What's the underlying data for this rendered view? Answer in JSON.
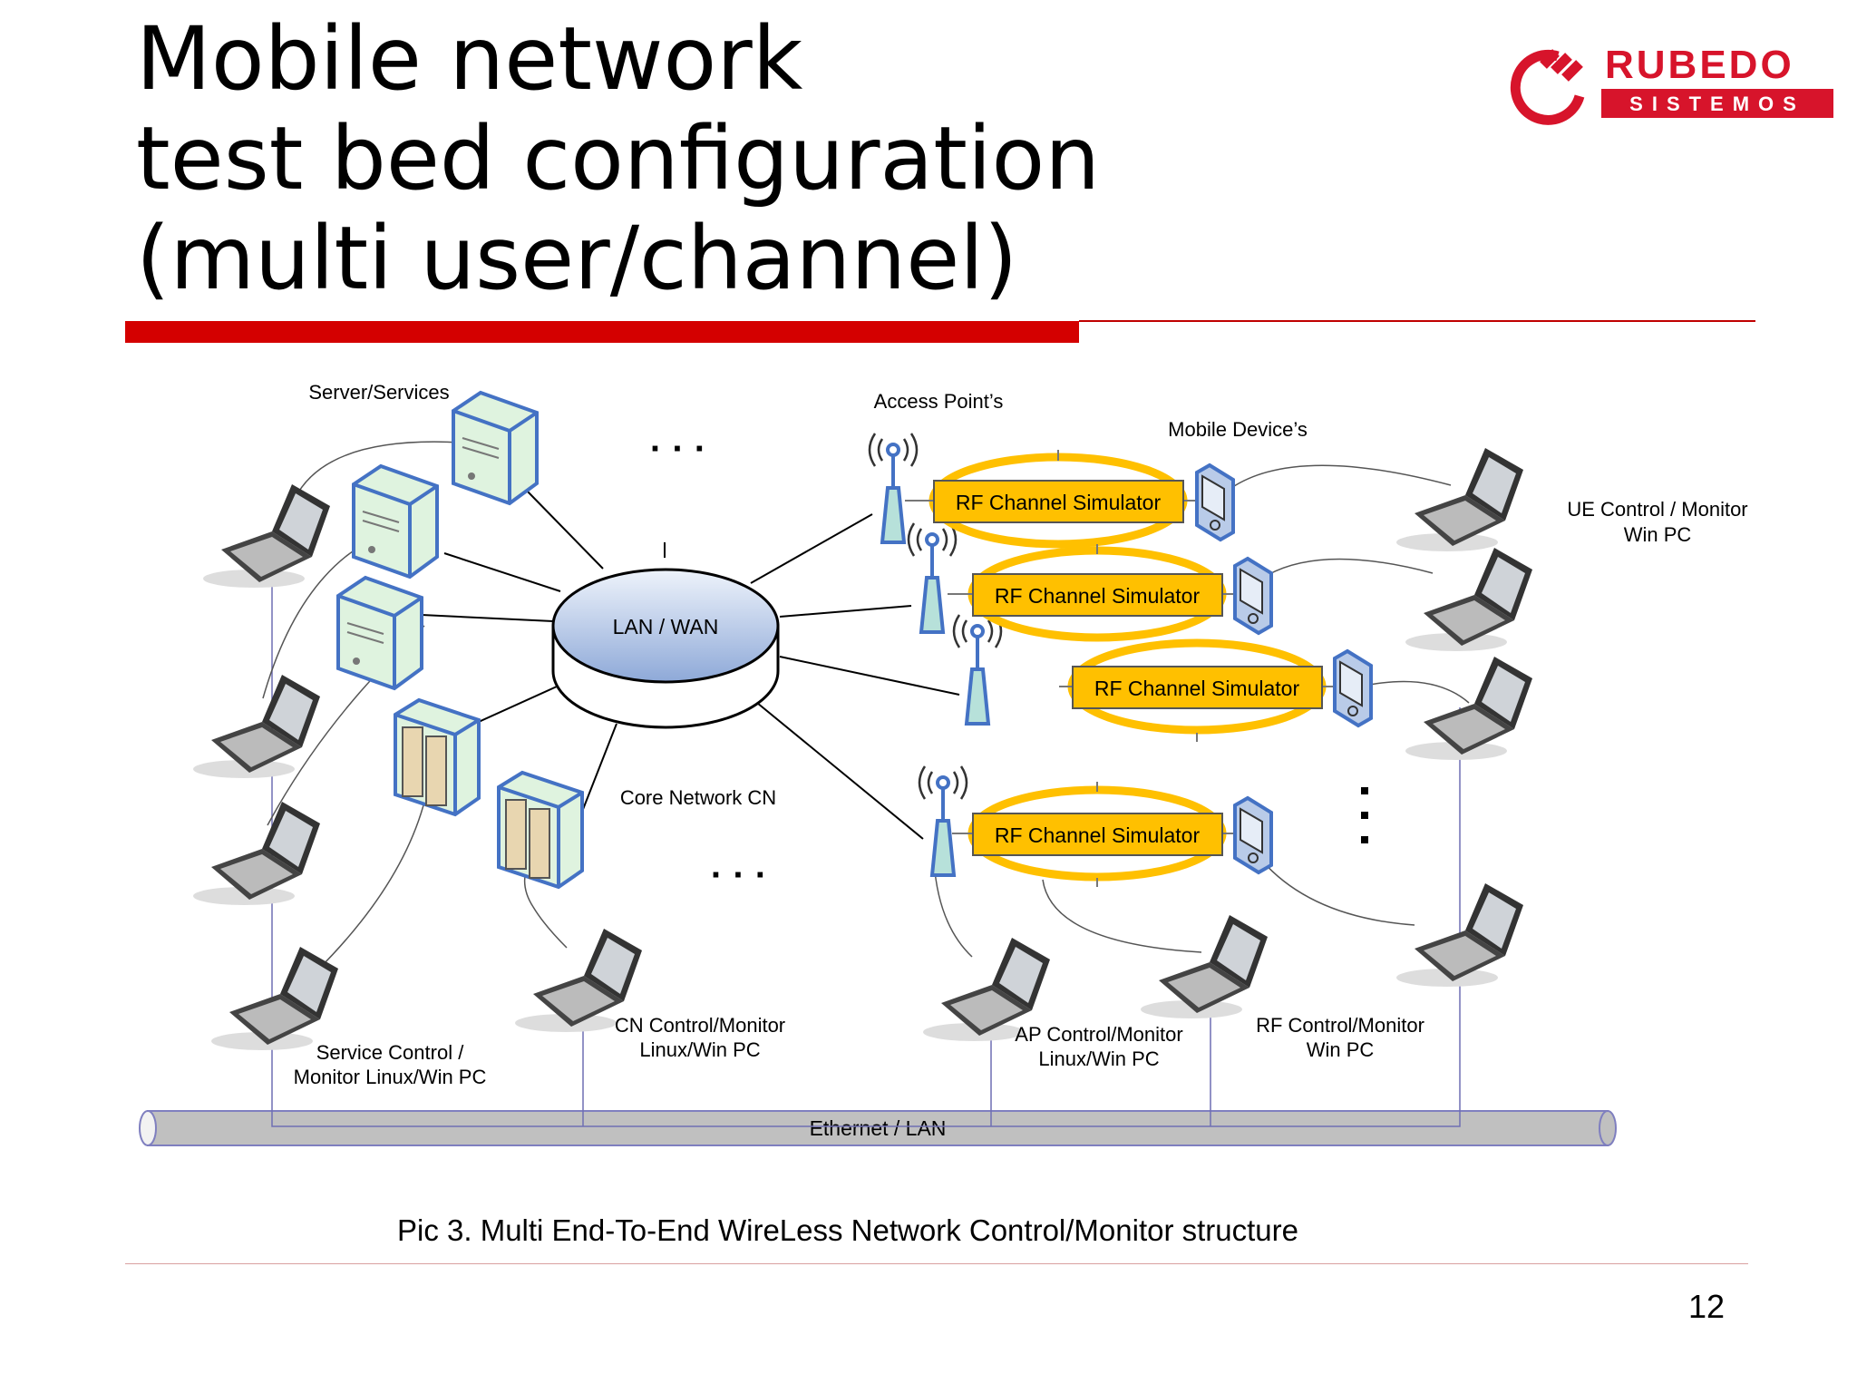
{
  "slide": {
    "title_lines": [
      "Mobile network",
      "test bed configuration",
      "(multi user/channel)"
    ],
    "page_number": "12",
    "caption": "Pic 3. Multi End-To-End WireLess Network Control/Monitor structure"
  },
  "logo": {
    "line1": "RUBEDO",
    "line2": "SISTEMOS",
    "color": "#d7142b"
  },
  "diagram": {
    "labels": {
      "servers": "Server/Services",
      "access_points": "Access Point’s",
      "mobile_devices": "Mobile Device’s",
      "ue_control": [
        "UE Control / Monitor",
        "Win PC"
      ],
      "lan_wan": "LAN / WAN",
      "core_network": "Core Network CN",
      "service_control": [
        "Service Control /",
        "Monitor  Linux/Win PC"
      ],
      "cn_control": [
        "CN Control/Monitor",
        "Linux/Win PC"
      ],
      "ap_control": [
        "AP Control/Monitor",
        "Linux/Win PC"
      ],
      "rf_control": [
        "RF Control/Monitor",
        "Win PC"
      ],
      "ethernet": "Ethernet / LAN",
      "rf_simulators": [
        "RF Channel Simulator",
        "RF Channel Simulator",
        "RF Channel Simulator",
        "RF Channel Simulator"
      ],
      "ellipsis_h": "· · ·",
      "ellipsis_v": ":"
    },
    "colors": {
      "accent_red": "#d40000",
      "simulator_fill": "#ffc000",
      "device_blue": "#4472c4",
      "server_fill": "#d9f2d9",
      "ethernet_fill": "#c0c0c0"
    }
  }
}
